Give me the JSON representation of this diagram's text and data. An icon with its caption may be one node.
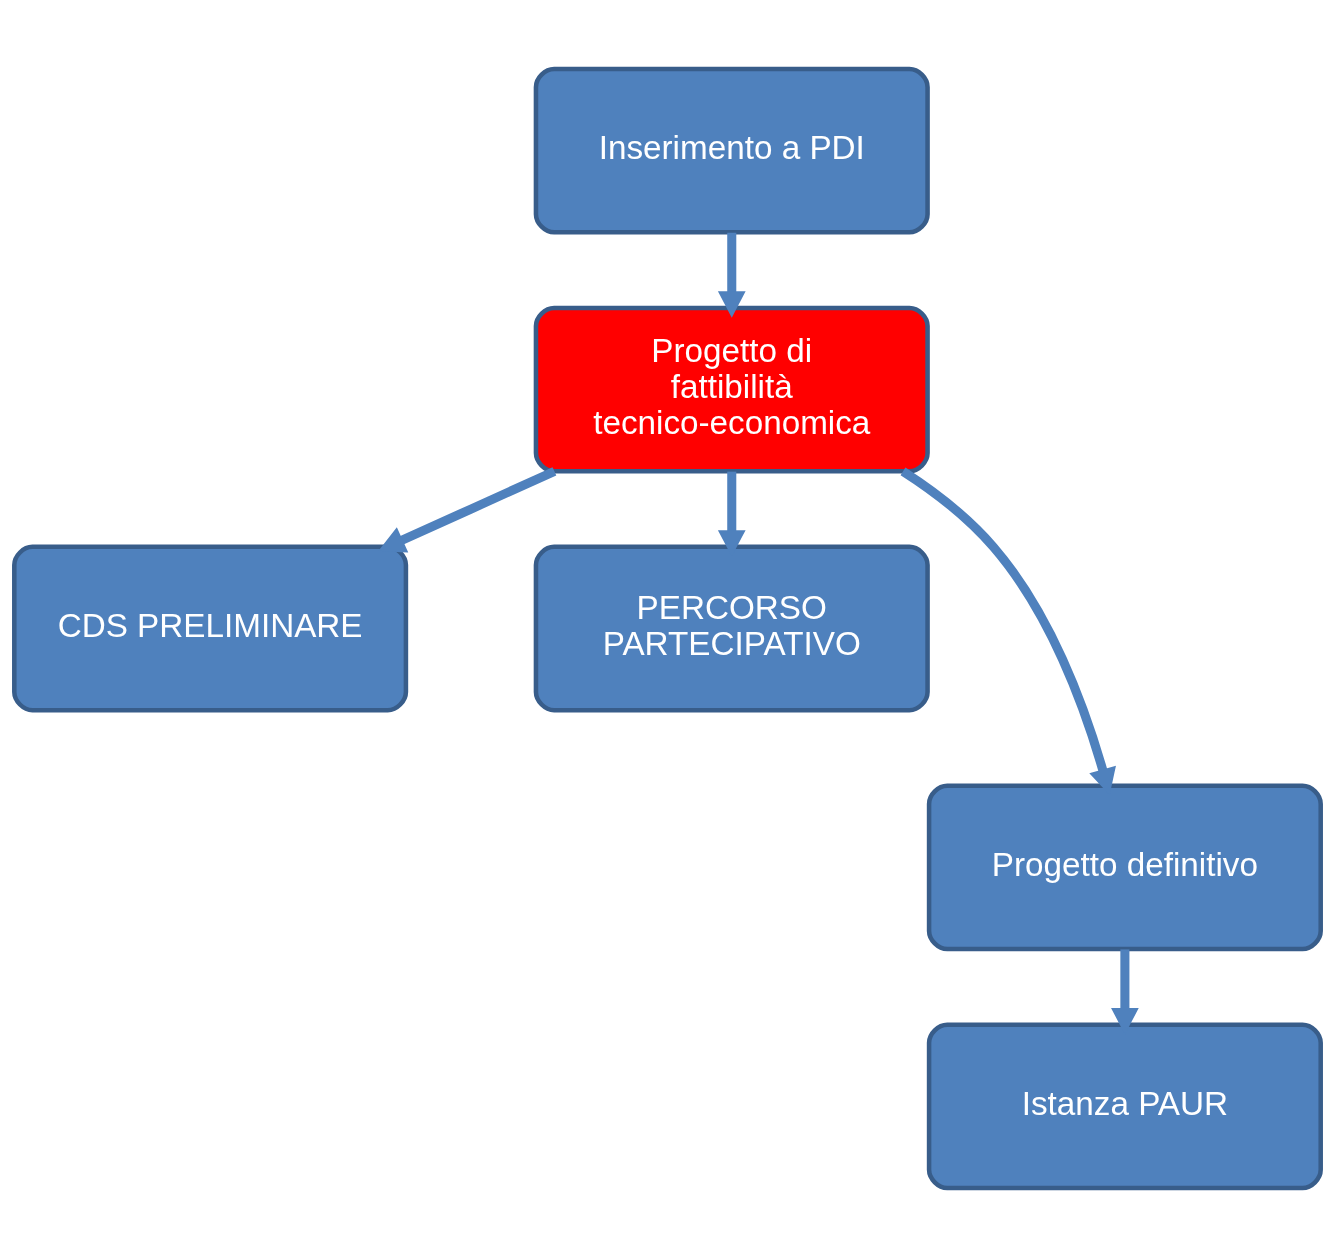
{
  "diagram": {
    "nodes": [
      {
        "text": [
          "Inserimento a PDI"
        ]
      },
      {
        "text": [
          "Progetto di fattibilità tecnico-economica"
        ]
      },
      {
        "text": [
          "CDS PRELIMINARE"
        ]
      },
      {
        "text": [
          "PERCORSO PARTECIPATIVO"
        ]
      },
      {
        "text": [
          "Progetto definitivo"
        ]
      },
      {
        "text": [
          "Istanza PAUR"
        ]
      }
    ],
    "edges": [
      {
        "from": 0,
        "to": 1,
        "arrow": "to"
      },
      {
        "from": 1,
        "to": 2,
        "arrow": "to"
      },
      {
        "from": 1,
        "to": 3,
        "arrow": "to"
      },
      {
        "from": 1,
        "to": 4,
        "arrow": "to"
      },
      {
        "from": 4,
        "to": 5,
        "arrow": "to"
      }
    ]
  }
}
